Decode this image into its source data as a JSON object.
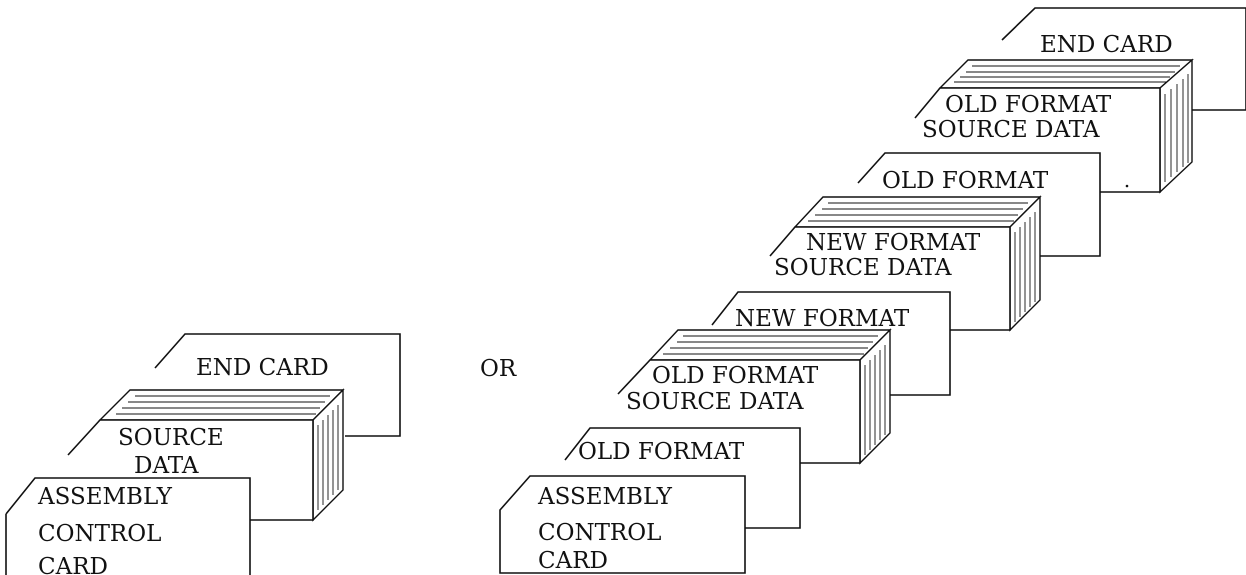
{
  "left_stack": {
    "end_card": "END CARD",
    "source_data": [
      "SOURCE",
      "DATA"
    ],
    "control_card": [
      "ASSEMBLY",
      "CONTROL",
      "CARD"
    ]
  },
  "separator": "OR",
  "right_stack": {
    "end_card": "END CARD",
    "old_source_2": [
      "OLD FORMAT",
      "SOURCE DATA"
    ],
    "old_format_2": "OLD FORMAT",
    "new_source": [
      "NEW FORMAT",
      "SOURCE DATA"
    ],
    "new_format": "NEW FORMAT",
    "old_source_1": [
      "OLD FORMAT",
      "SOURCE DATA"
    ],
    "old_format_1": "OLD FORMAT",
    "control_card": [
      "ASSEMBLY",
      "CONTROL",
      "CARD"
    ]
  }
}
